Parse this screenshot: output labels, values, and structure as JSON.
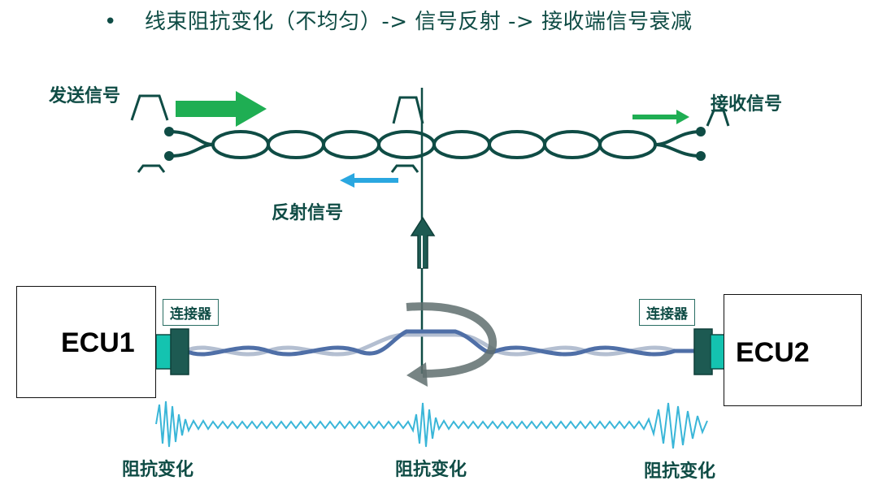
{
  "title": {
    "bullet": "•",
    "text": "线束阻抗变化（不均匀）-> 信号反射 -> 接收端信号衰减"
  },
  "labels": {
    "send_signal": "发送信号",
    "receive_signal": "接收信号",
    "reflected_signal": "反射信号",
    "connector_left": "连接器",
    "connector_right": "连接器",
    "ecu_left": "ECU1",
    "ecu_right": "ECU2",
    "impedance_left": "阻抗变化",
    "impedance_mid": "阻抗变化",
    "impedance_right": "阻抗变化"
  },
  "colors": {
    "dark_teal": "#0f4c45",
    "green_arrow": "#1fae53",
    "cyan_arrow": "#2aa7e0",
    "connector_cyan": "#14c3b0",
    "wire_blue": "#4f6fa7",
    "wire_light": "#a8b4c8",
    "wave": "#3ab6d8",
    "gray_arrow": "#5f6f6f"
  }
}
